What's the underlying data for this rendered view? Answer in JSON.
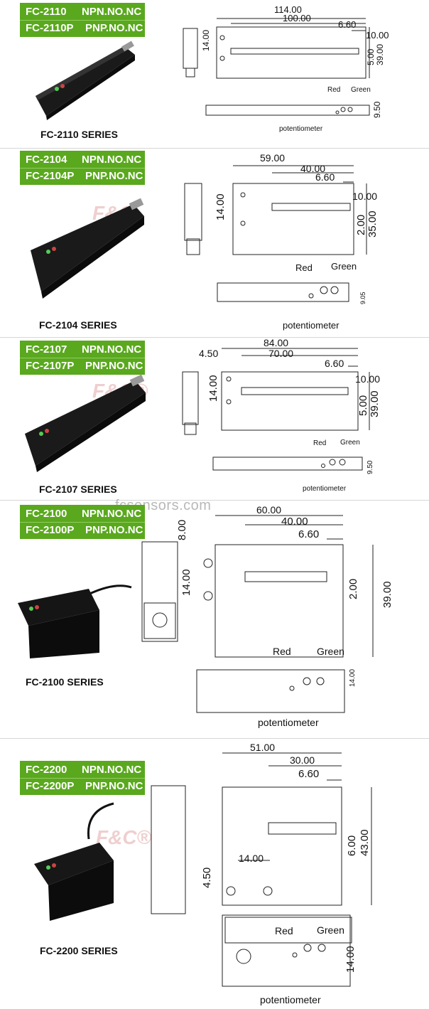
{
  "sections": [
    {
      "model": "FC-2110",
      "model_p": "FC-2110P",
      "type_npn": "NPN.NO.NC",
      "type_pnp": "PNP.NO.NC",
      "series": "FC-2110 SERIES",
      "dims": {
        "d1": "114.00",
        "d2": "100.00",
        "d3": "6.60",
        "d4": "10.00",
        "d5": "39.00",
        "d6": "5.00",
        "d7": "14.00",
        "d8": "9.50"
      },
      "red": "Red",
      "green": "Green",
      "pot": "potentiometer"
    },
    {
      "model": "FC-2104",
      "model_p": "FC-2104P",
      "type_npn": "NPN.NO.NC",
      "type_pnp": "PNP.NO.NC",
      "series": "FC-2104 SERIES",
      "dims": {
        "d1": "59.00",
        "d2": "40.00",
        "d3": "6.60",
        "d4": "10.00",
        "d5": "35.00",
        "d6": "2.00",
        "d7": "14.00",
        "d8": "9.05"
      },
      "red": "Red",
      "green": "Green",
      "pot": "potentiometer"
    },
    {
      "model": "FC-2107",
      "model_p": "FC-2107P",
      "type_npn": "NPN.NO.NC",
      "type_pnp": "PNP.NO.NC",
      "series": "FC-2107 SERIES",
      "dims": {
        "d1": "84.00",
        "d2": "70.00",
        "d3": "6.60",
        "d4": "10.00",
        "d5": "39.00",
        "d6": "5.00",
        "d7": "14.00",
        "d8": "9.50",
        "d9": "4.50"
      },
      "red": "Red",
      "green": "Green",
      "pot": "potentiometer"
    },
    {
      "model": "FC-2100",
      "model_p": "FC-2100P",
      "type_npn": "NPN.NO.NC",
      "type_pnp": "PNP.NO.NC",
      "series": "FC-2100 SERIES",
      "dims": {
        "d1": "60.00",
        "d2": "40.00",
        "d3": "6.60",
        "d4": "8.00",
        "d5": "39.00",
        "d6": "2.00",
        "d7": "14.00",
        "d8": "14.00"
      },
      "red": "Red",
      "green": "Green",
      "pot": "potentiometer"
    },
    {
      "model": "FC-2200",
      "model_p": "FC-2200P",
      "type_npn": "NPN.NO.NC",
      "type_pnp": "PNP.NO.NC",
      "series": "FC-2200 SERIES",
      "dims": {
        "d1": "51.00",
        "d2": "30.00",
        "d3": "6.60",
        "d5": "43.00",
        "d6": "6.00",
        "d7": "14.00",
        "d8": "14.00",
        "d9": "4.50"
      },
      "red": "Red",
      "green": "Green",
      "pot": "potentiometer"
    }
  ],
  "watermark": "fcsensors.com",
  "logo_text": "F&C®",
  "colors": {
    "badge": "#5aa81e",
    "text": "#111111"
  }
}
